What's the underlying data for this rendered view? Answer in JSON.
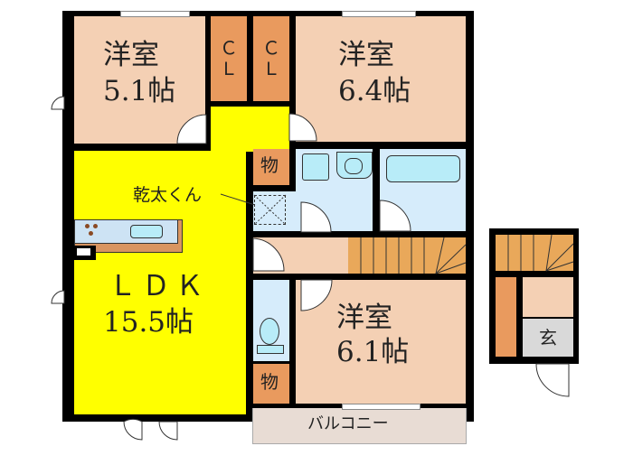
{
  "floorplan": {
    "rooms": {
      "bedroom_a": {
        "name": "洋室",
        "size": "5.1帖"
      },
      "bedroom_b": {
        "name": "洋室",
        "size": "6.4帖"
      },
      "bedroom_c": {
        "name": "洋室",
        "size": "6.1帖"
      },
      "ldk": {
        "name": "ＬＤＫ",
        "size": "15.5帖"
      },
      "closet_1": {
        "label": "Ｃ\nＬ"
      },
      "closet_2": {
        "label": "Ｃ\nＬ"
      },
      "storage_1": {
        "label": "物"
      },
      "storage_2": {
        "label": "物"
      },
      "balcony": {
        "label": "バルコニー"
      },
      "entrance": {
        "label": "玄"
      }
    },
    "annotations": {
      "dryer": "乾太くん"
    },
    "colors": {
      "bedroom": "#f4d0b4",
      "closet": "#e99a5e",
      "ldk": "#ffff00",
      "wet_area": "#d6ecfb",
      "entrance": "#d9d9d9",
      "balcony": "#e8dcd4",
      "stairs": "#e9a85a",
      "wall": "#000000"
    }
  }
}
